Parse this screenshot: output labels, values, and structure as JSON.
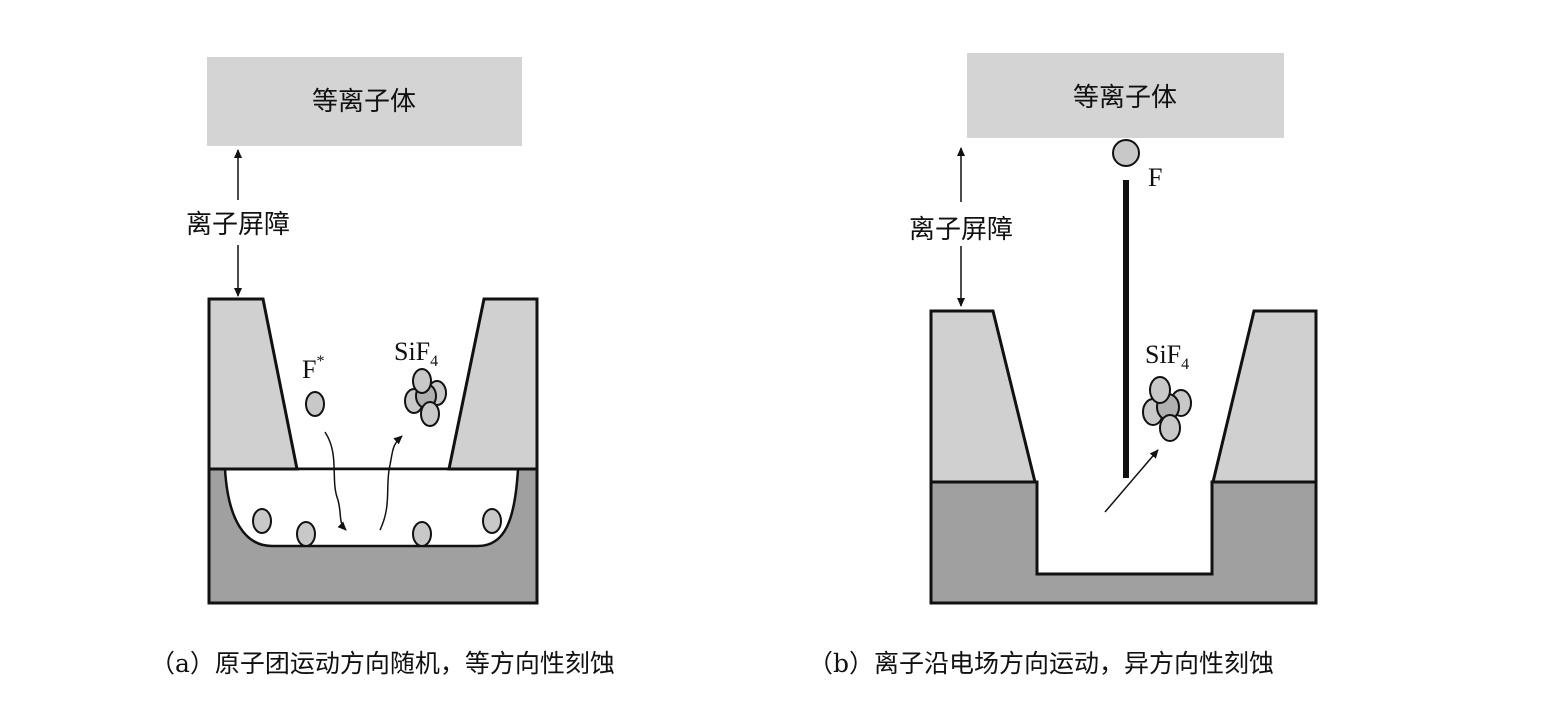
{
  "panel_a": {
    "plasma_label": "等离子体",
    "barrier_label": "离子屏障",
    "radical_label": "F",
    "radical_sup": "*",
    "product_label": "SiF",
    "product_sub": "4",
    "caption": "（a）原子团运动方向随机，等方向性刻蚀"
  },
  "panel_b": {
    "plasma_label": "等离子体",
    "barrier_label": "离子屏障",
    "ion_label": "F",
    "product_label": "SiF",
    "product_sub": "4",
    "caption": "（b）离子沿电场方向运动，异方向性刻蚀"
  },
  "colors": {
    "plasma": "#d4d4d4",
    "mask": "#d0d0d0",
    "substrate": "#a0a0a0",
    "particle": "#c8c8c8"
  }
}
